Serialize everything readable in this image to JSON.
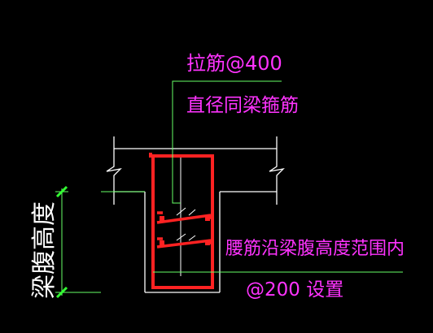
{
  "labels": {
    "tie_bar": "拉筋@400",
    "tie_bar_dia": "直径同梁箍筋",
    "web_bar": "腰筋沿梁腹高度范围内",
    "web_bar_spacing": "@200 设置",
    "web_height": "梁腹高度"
  },
  "colors": {
    "background": "#000000",
    "outline": "#ffffff",
    "stirrup": "#ff2222",
    "label_text": "#ff33ff",
    "leader": "#66ff66",
    "dimension_tick": "#33ff33"
  }
}
